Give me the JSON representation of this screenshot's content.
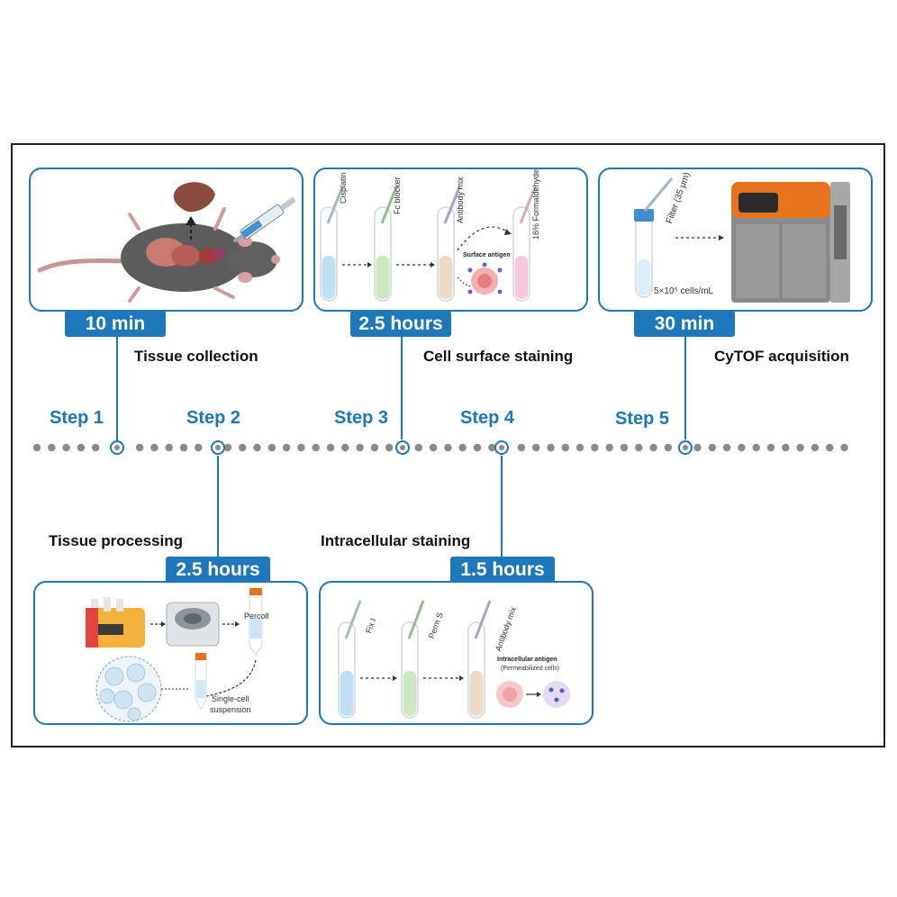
{
  "steps": [
    {
      "label": "Step 1",
      "title": "Tissue collection",
      "time": "10 min"
    },
    {
      "label": "Step 2",
      "title": "Tissue processing",
      "time": "2.5 hours"
    },
    {
      "label": "Step 3",
      "title": "Cell surface staining",
      "time": "2.5 hours"
    },
    {
      "label": "Step 4",
      "title": "Intracellular staining",
      "time": "1.5 hours"
    },
    {
      "label": "Step 5",
      "title": "CyTOF acquisition",
      "time": "30 min"
    }
  ],
  "panel_step2": {
    "percoll": "Percoll",
    "suspension_line1": "Single-cell",
    "suspension_line2": "suspension"
  },
  "panel_step3": {
    "tubes": [
      "Cisplatin",
      "Fc blocker",
      "Antibody mix",
      "16% Formaldehyde"
    ],
    "surface_antigen": "Surface antigen"
  },
  "panel_step4": {
    "tubes": [
      "Fix I",
      "Perm S",
      "Antibody mix"
    ],
    "antigen_line1": "Intracellular antigen",
    "antigen_line2": "(Permeabilized cells)"
  },
  "panel_step5": {
    "filter": "Filter (35 μm)",
    "cells": "5×10⁵ cells/mL"
  },
  "colors": {
    "accent": "#1e77b8",
    "timeline_dot": "#8a8a8a",
    "machine_orange": "#e8731e",
    "machine_gray": "#8c8c8c"
  }
}
